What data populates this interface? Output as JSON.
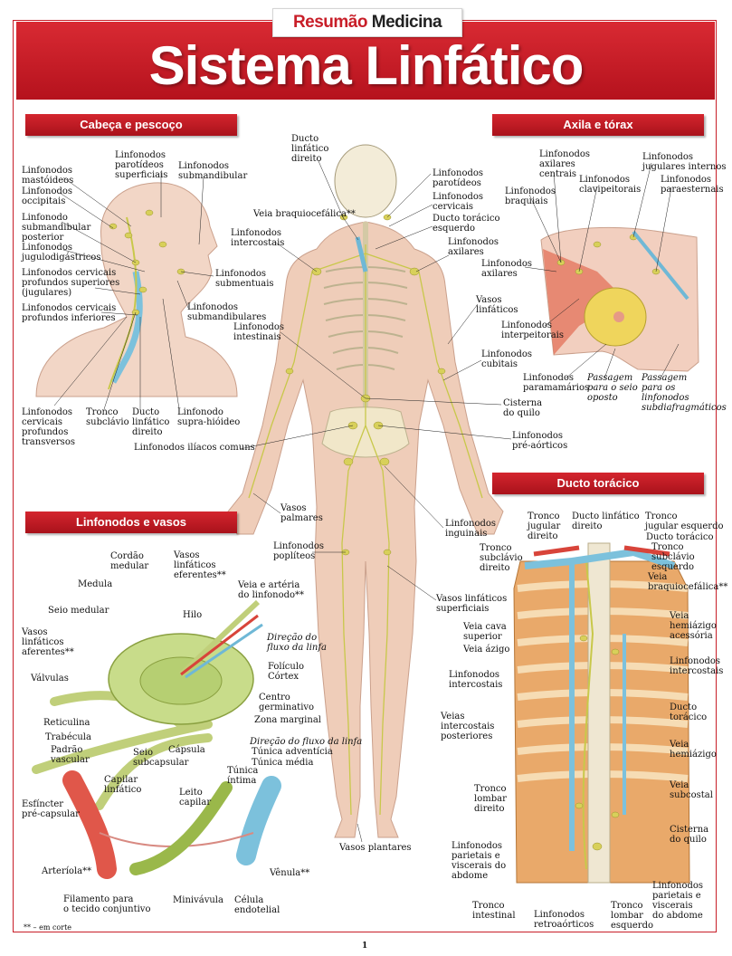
{
  "header": {
    "brand_red": "Resumão",
    "brand_dark": "Medicina",
    "title": "Sistema Linfático"
  },
  "sections": {
    "cabeca": "Cabeça e pescoço",
    "axila": "Axila e tórax",
    "linfonodos_vasos": "Linfonodos e vasos",
    "ducto": "Ducto torácico"
  },
  "labels": {
    "head": [
      "Linfonodos\nmastóideos",
      "Linfonodos\noccipitais",
      "Linfonodo\nsubmandibular\nposterior",
      "Linfonodos\njugulodigástricos",
      "Linfonodos cervicais\nprofundos superiores\n(jugulares)",
      "Linfonodos cervicais\nprofundos inferiores",
      "Linfonodos\nparotídeos\nsuperficiais",
      "Linfonodos\nsubmandibular",
      "Linfonodos\nsubmentuais",
      "Linfonodos\nsubmandibulares",
      "Linfonodos\ncervicais\nprofundos\ntransversos",
      "Tronco\nsubclávio",
      "Ducto\nlinfático\ndireito",
      "Linfonodo\nsupra-hióideo"
    ],
    "body": [
      "Ducto\nlinfático\ndireito",
      "Veia braquiocefálica**",
      "Linfonodos\nintercostais",
      "Linfonodos\nintestinais",
      "Linfonodos\nparotídeos",
      "Linfonodos\ncervicais",
      "Ducto torácico\nesquerdo",
      "Linfonodos\naxilares",
      "Vasos\nlinfáticos",
      "Linfonodos\ncubitais",
      "Cisterna\ndo quilo",
      "Linfonodos\npré-aórticos",
      "Linfonodos ilíacos comuns",
      "Vasos\npalmares",
      "Linfonodos\ninguinais",
      "Linfonodos\npoplíteos",
      "Vasos linfáticos\nsuperficiais",
      "Vasos plantares"
    ],
    "axila": [
      "Linfonodos\naxilares\ncentrais",
      "Linfonodos\njugulares internos",
      "Linfonodos\nbraquiais",
      "Linfonodos\nclavipeitorais",
      "Linfonodos\nparaesternais",
      "Linfonodos\naxilares",
      "Linfonodos\ninterpeitorais",
      "Linfonodos\nparamamários"
    ],
    "axila_italic": [
      "Passagem\npara o seio\noposto",
      "Passagem\npara os\nlinfonodos\nsubdiafragmáticos"
    ],
    "node": [
      "Cordão\nmedular",
      "Vasos\nlinfáticos\neferentes**",
      "Medula",
      "Veia e artéria\ndo linfonodo**",
      "Seio medular",
      "Hilo",
      "Vasos\nlinfáticos\naferentes**",
      "Folículo",
      "Córtex",
      "Válvulas",
      "Centro\ngerminativo",
      "Reticulina",
      "Zona marginal",
      "Trabécula",
      "Padrão\nvascular",
      "Seio\nsubcapsular",
      "Cápsula",
      "Túnica adventícia",
      "Túnica média",
      "Túnica\níntima",
      "Capilar\nlinfático",
      "Leito\ncapilar",
      "Esfíncter\npré-capsular",
      "Arteríola**",
      "Vênula**",
      "Filamento para\no tecido conjuntivo",
      "Minivávula",
      "Célula\nendotelial"
    ],
    "node_italic": [
      "Direção do\nfluxo da linfa",
      "Direção do fluxo da linfa"
    ],
    "ducto": [
      "Tronco\njugular\ndireito",
      "Ducto linfático\ndireito",
      "Tronco\njugular esquerdo",
      "Ducto torácico",
      "Tronco\nsubclávio\ndireito",
      "Tronco\nsubclávio\nesquerdo",
      "Veia\nbraquiocefálica**",
      "Veia cava\nsuperior",
      "Veia\nhemiázigo\nacessória",
      "Veia ázigo",
      "Linfonodos\nintercostais",
      "Linfonodos\nintercostais",
      "Ducto\ntorácico",
      "Veias\nintercostais\nposteriores",
      "Veia\nhemiázigo",
      "Tronco\nlombar\ndireito",
      "Veia\nsubcostal",
      "Cisterna\ndo quilo",
      "Linfonodos\nparietais e\nviscerais do\nabdome",
      "Linfonodos\nparietais e\nviscerais\ndo abdome",
      "Tronco\nintestinal",
      "Linfonodos\nretroaórticos",
      "Tronco\nlombar\nesquerdo"
    ]
  },
  "footnote": "** – em corte",
  "page_number": "1",
  "colors": {
    "accent": "#c81e28",
    "lymph": "#c8c84a",
    "vein": "#6fb8d6",
    "artery": "#d8443a",
    "skin": "#efc8b4"
  }
}
